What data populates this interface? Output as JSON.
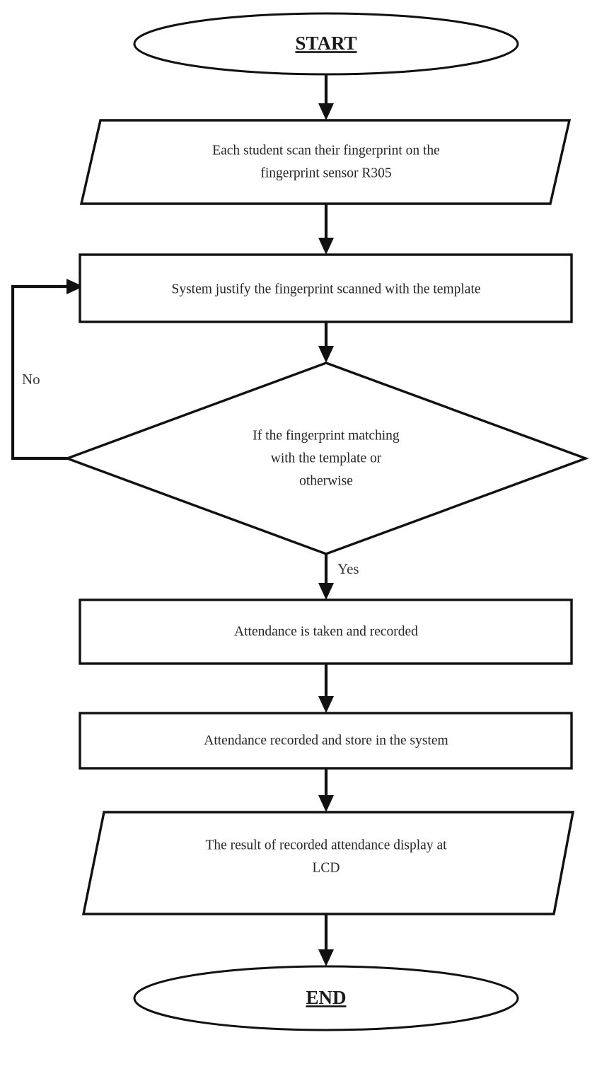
{
  "diagram": {
    "title": "Fingerprint Attendance System Flowchart",
    "type": "flowchart",
    "background_color": "#ffffff",
    "line_color": "#111111",
    "text_color": "#262626"
  },
  "nodes": {
    "start": {
      "label": "START",
      "shape": "ellipse",
      "style": "bold-underline"
    },
    "scan": {
      "shape": "parallelogram",
      "line1": "Each student scan their fingerprint on the",
      "line2": "fingerprint sensor R305"
    },
    "justify": {
      "shape": "rectangle",
      "line1": "System justify the fingerprint scanned with the template"
    },
    "decision": {
      "shape": "diamond",
      "line1": "If the fingerprint matching",
      "line2": "with the template or",
      "line3": "otherwise"
    },
    "attendance_taken": {
      "shape": "rectangle",
      "line1": "Attendance is taken and recorded"
    },
    "attendance_stored": {
      "shape": "rectangle",
      "line1": "Attendance recorded and store in the system"
    },
    "display": {
      "shape": "parallelogram",
      "line1": "The result of recorded attendance display at",
      "line2": "LCD"
    },
    "end": {
      "label": "END",
      "shape": "ellipse",
      "style": "bold-underline"
    }
  },
  "edge_labels": {
    "no": "No",
    "yes": "Yes"
  }
}
